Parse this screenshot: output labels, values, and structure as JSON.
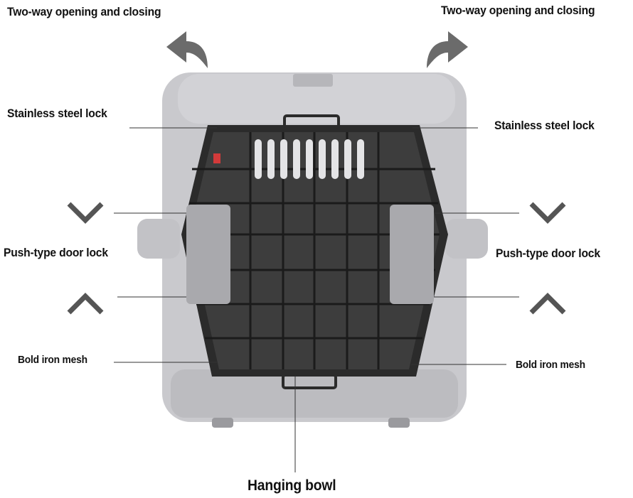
{
  "annotations": {
    "two_way_left": "Two-way opening and closing",
    "two_way_right": "Two-way opening and closing",
    "steel_lock_left": "Stainless steel lock",
    "steel_lock_right": "Stainless steel lock",
    "door_lock_left": "Push-type door lock",
    "door_lock_right": "Push-type door lock",
    "iron_mesh_left": "Bold iron mesh",
    "iron_mesh_right": "Bold iron mesh",
    "hanging_bowl": "Hanging bowl"
  },
  "colors": {
    "body": "#c9c9cd",
    "body_shade": "#b4b4b8",
    "door_frame": "#2b2b2b",
    "arrow": "#6b6b6b",
    "lock": "#a9a9ad",
    "accent_red": "#d23a3a"
  }
}
